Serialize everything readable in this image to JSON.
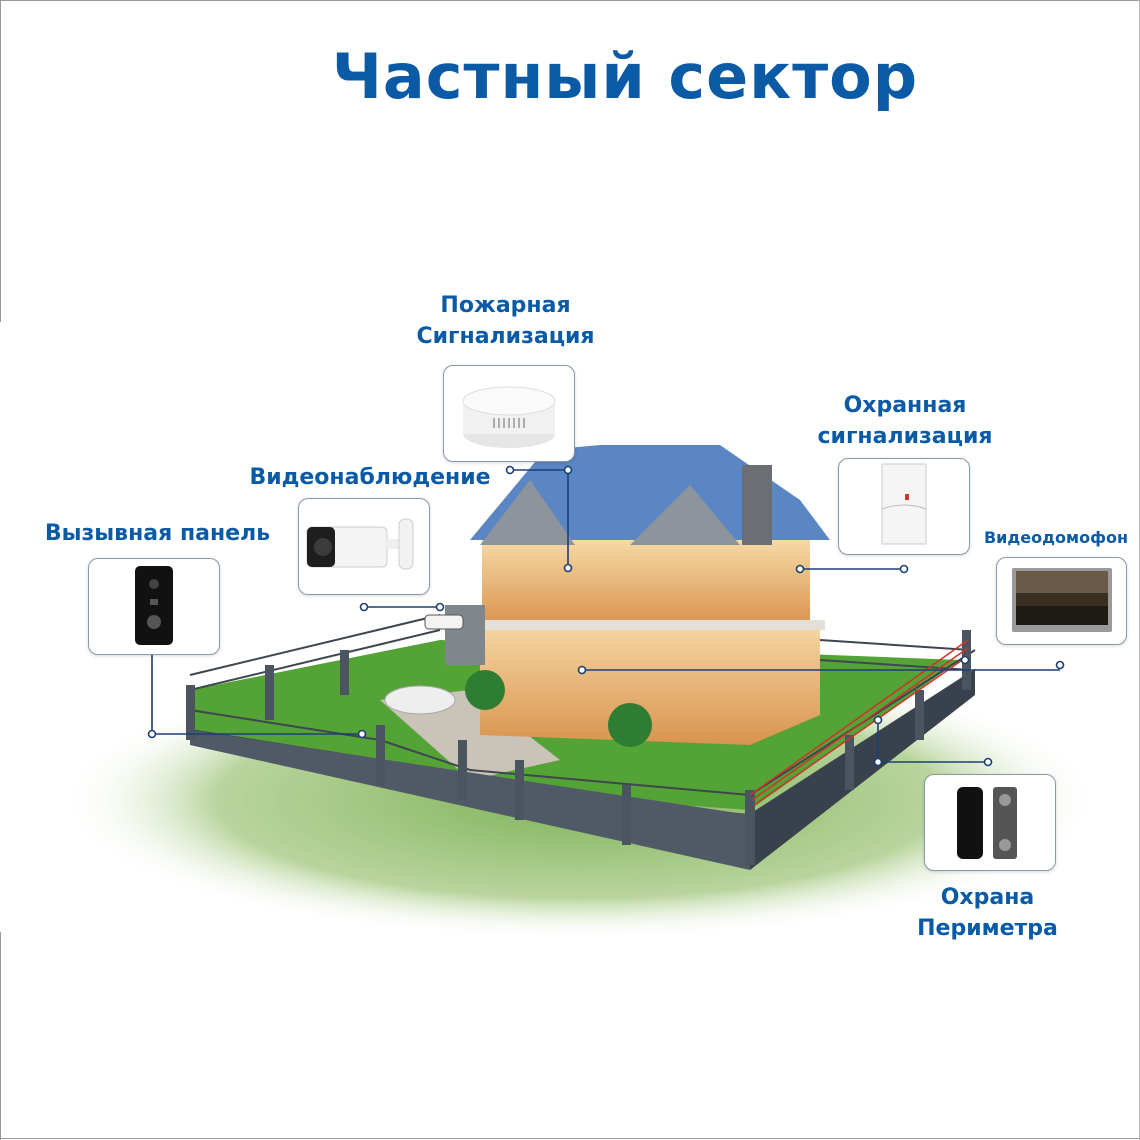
{
  "title": "Частный сектор",
  "colors": {
    "accent": "#0b5aa6",
    "connector": "#1c3f73",
    "grass": "#5fae3a"
  },
  "devices": [
    {
      "id": "fire",
      "label_line1": "Пожарная",
      "label_line2": "Сигнализация",
      "icon": "smoke-detector-icon"
    },
    {
      "id": "security",
      "label_line1": "Охранная",
      "label_line2": "сигнализация",
      "icon": "motion-sensor-icon"
    },
    {
      "id": "cctv",
      "label_line1": "Видеонаблюдение",
      "icon": "bullet-camera-icon"
    },
    {
      "id": "call_panel",
      "label_line1": "Вызывная панель",
      "icon": "door-call-panel-icon"
    },
    {
      "id": "intercom",
      "label_line1": "Видеодомофон",
      "icon": "video-intercom-monitor-icon"
    },
    {
      "id": "perimeter",
      "label_line1": "Охрана",
      "label_line2": "Периметра",
      "icon": "ir-beam-sensor-icon"
    }
  ]
}
